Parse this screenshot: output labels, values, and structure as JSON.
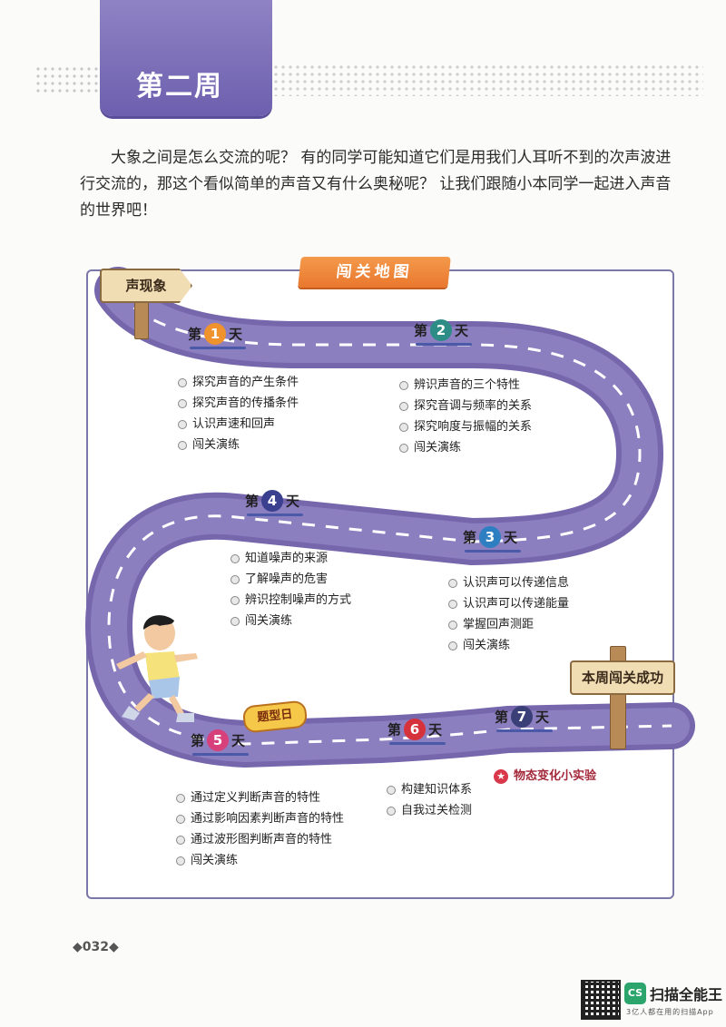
{
  "header": {
    "week_label": "第二周"
  },
  "intro": "大象之间是怎么交流的呢？ 有的同学可能知道它们是用我们人耳听不到的次声波进行交流的，那这个看似简单的声音又有什么奥秘呢？ 让我们跟随小本同学一起进入声音的世界吧！",
  "map": {
    "title": "闯关地图",
    "start_sign": "声现象",
    "end_sign": "本周闯关成功",
    "badge": "题型日",
    "experiment": "物态变化小实验",
    "days": [
      {
        "prefix": "第",
        "num": "1",
        "suffix": "天",
        "color": "#f0932c",
        "items": [
          "探究声音的产生条件",
          "探究声音的传播条件",
          "认识声速和回声",
          "闯关演练"
        ]
      },
      {
        "prefix": "第",
        "num": "2",
        "suffix": "天",
        "color": "#2d8c86",
        "items": [
          "辨识声音的三个特性",
          "探究音调与频率的关系",
          "探究响度与振幅的关系",
          "闯关演练"
        ]
      },
      {
        "prefix": "第",
        "num": "3",
        "suffix": "天",
        "color": "#2e7fc1",
        "items": [
          "认识声可以传递信息",
          "认识声可以传递能量",
          "掌握回声测距",
          "闯关演练"
        ]
      },
      {
        "prefix": "第",
        "num": "4",
        "suffix": "天",
        "color": "#3a3f8f",
        "items": [
          "知道噪声的来源",
          "了解噪声的危害",
          "辨识控制噪声的方式",
          "闯关演练"
        ]
      },
      {
        "prefix": "第",
        "num": "5",
        "suffix": "天",
        "color": "#d8407c",
        "items": [
          "通过定义判断声音的特性",
          "通过影响因素判断声音的特性",
          "通过波形图判断声音的特性",
          "闯关演练"
        ]
      },
      {
        "prefix": "第",
        "num": "6",
        "suffix": "天",
        "color": "#d6323c",
        "items": [
          "构建知识体系",
          "自我过关检测"
        ]
      },
      {
        "prefix": "第",
        "num": "7",
        "suffix": "天",
        "color": "#3b3f78",
        "items": []
      }
    ]
  },
  "footer": {
    "page": "◆032◆"
  },
  "watermark": {
    "icon": "CS",
    "name": "扫描全能王",
    "sub": "3亿人都在用的扫描App"
  }
}
